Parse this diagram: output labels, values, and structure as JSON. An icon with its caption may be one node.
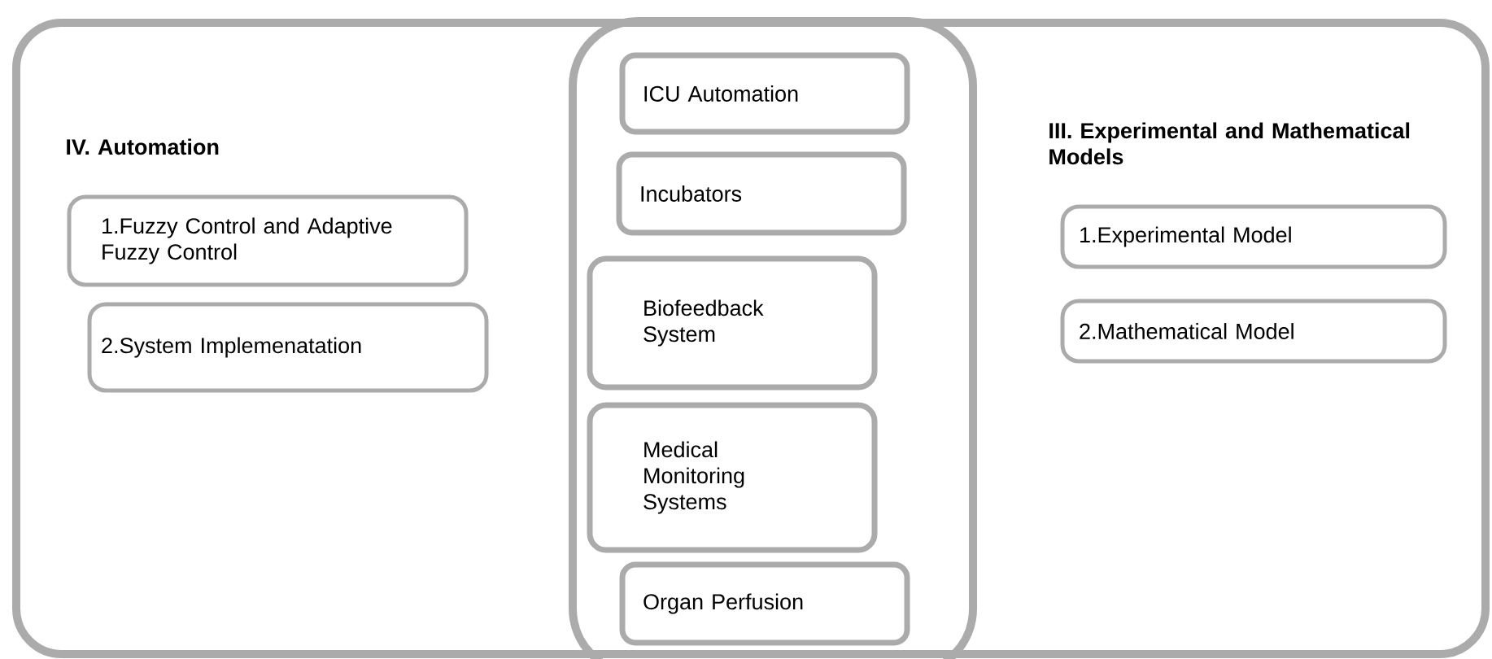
{
  "diagram": {
    "nodes": [
      {
        "text": [],
        "shape": "box"
      },
      {
        "text": [
          "1.Fuzzy Control and Adaptive Fuzzy Control"
        ],
        "in": 0
      },
      {
        "text": [
          "2.System Implemenatation"
        ],
        "in": 0
      },
      {
        "text": [],
        "shape": "box",
        "in": 0
      },
      {
        "text": [
          "ICU Automation"
        ],
        "in": 3
      },
      {
        "text": [
          "Incubators"
        ],
        "in": 3
      },
      {
        "text": [
          "Biofeedback System"
        ],
        "in": 3
      },
      {
        "text": [
          "Medical Monitoring Systems"
        ],
        "in": 3
      },
      {
        "text": [
          "Organ Perfusion"
        ],
        "in": 3
      },
      {
        "text": [
          "1.Experimental Model"
        ],
        "in": 0
      },
      {
        "text": [
          "2.Mathematical Model"
        ],
        "in": 0
      }
    ],
    "labels": [
      "IV. Automation",
      "III. Experimental and Mathematical Models"
    ]
  }
}
